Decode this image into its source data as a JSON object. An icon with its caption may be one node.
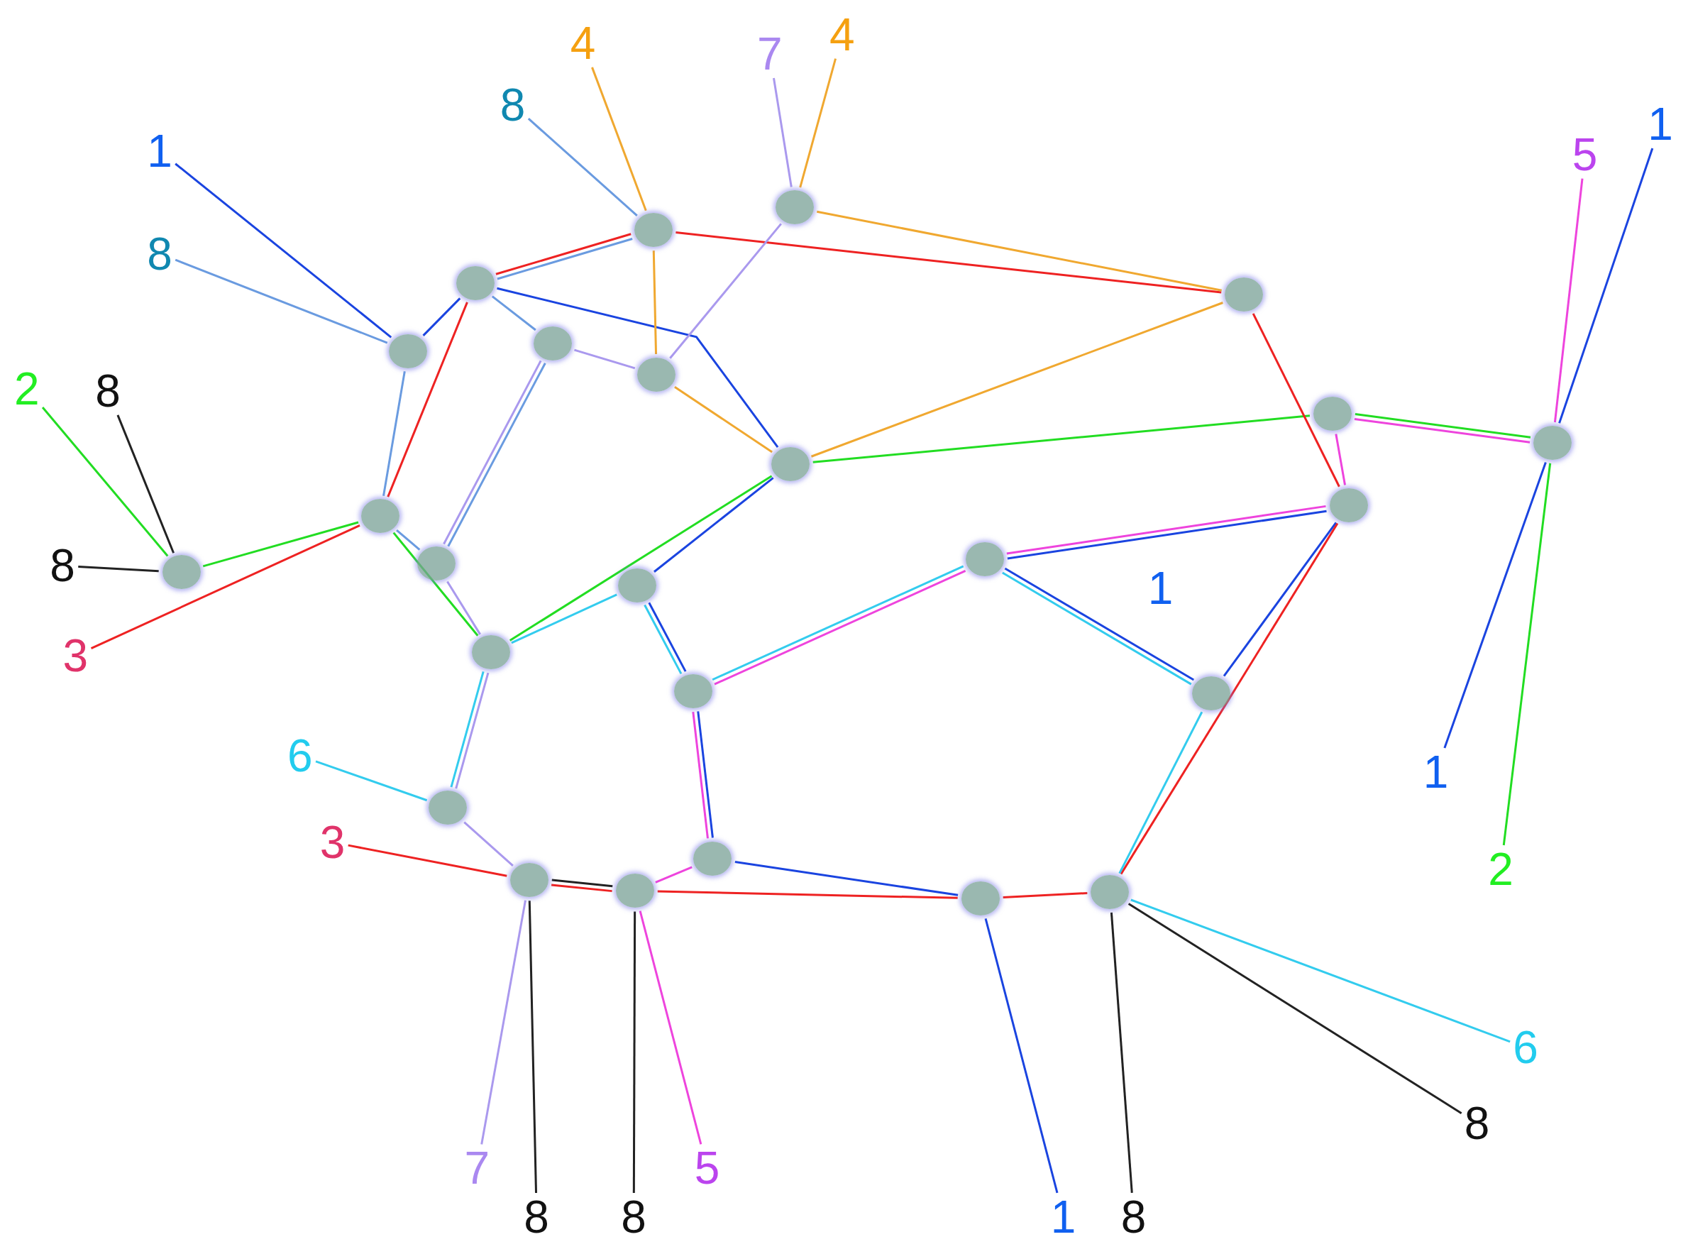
{
  "diagram": {
    "nodes": [
      {
        "text": [],
        "shape": "circle"
      },
      {
        "text": [],
        "shape": "circle"
      },
      {
        "text": [],
        "shape": "circle"
      },
      {
        "text": [],
        "shape": "circle"
      },
      {
        "text": [],
        "shape": "circle"
      },
      {
        "text": [],
        "shape": "circle"
      },
      {
        "text": [],
        "shape": "circle"
      },
      {
        "text": [],
        "shape": "circle"
      },
      {
        "text": [],
        "shape": "circle"
      },
      {
        "text": [],
        "shape": "circle"
      },
      {
        "text": [],
        "shape": "circle"
      },
      {
        "text": [],
        "shape": "circle"
      },
      {
        "text": [],
        "shape": "circle"
      },
      {
        "text": [],
        "shape": "circle"
      },
      {
        "text": [],
        "shape": "circle"
      },
      {
        "text": [],
        "shape": "circle"
      },
      {
        "text": [],
        "shape": "circle"
      },
      {
        "text": [],
        "shape": "circle"
      },
      {
        "text": [],
        "shape": "circle"
      },
      {
        "text": [],
        "shape": "circle"
      },
      {
        "text": [],
        "shape": "circle"
      },
      {
        "text": [],
        "shape": "circle"
      },
      {
        "text": [],
        "shape": "circle"
      },
      {
        "text": [],
        "shape": "circle"
      },
      {
        "text": [],
        "shape": "circle"
      },
      {
        "text": [
          "1"
        ]
      },
      {
        "text": [
          "8"
        ]
      },
      {
        "text": [
          "2"
        ]
      },
      {
        "text": [
          "8"
        ]
      },
      {
        "text": [
          "8"
        ]
      },
      {
        "text": [
          "3"
        ]
      },
      {
        "text": [
          "8"
        ]
      },
      {
        "text": [
          "4"
        ]
      },
      {
        "text": [
          "7"
        ]
      },
      {
        "text": [
          "4"
        ]
      },
      {
        "text": [
          "5"
        ]
      },
      {
        "text": [
          "1"
        ]
      },
      {
        "text": [
          "1"
        ]
      },
      {
        "text": [
          "2"
        ]
      },
      {
        "text": [
          "6"
        ]
      },
      {
        "text": [
          "3"
        ]
      },
      {
        "text": [
          "7"
        ]
      },
      {
        "text": [
          "8"
        ]
      },
      {
        "text": [
          "8"
        ]
      },
      {
        "text": [
          "5"
        ]
      },
      {
        "text": [
          "1"
        ]
      },
      {
        "text": [
          "8"
        ]
      },
      {
        "text": [
          "8"
        ]
      },
      {
        "text": [
          "6"
        ]
      }
    ],
    "edges": [
      {
        "from": 25,
        "to": 3,
        "arrow": "none",
        "color": "#1a44e0"
      },
      {
        "from": 3,
        "to": 2,
        "arrow": "none",
        "color": "#1a44e0"
      },
      {
        "from": 2,
        "to": 10,
        "arrow": "none",
        "color": "#1a44e0"
      },
      {
        "from": 10,
        "to": 14,
        "arrow": "none",
        "color": "#1a44e0"
      },
      {
        "from": 14,
        "to": 17,
        "arrow": "none",
        "color": "#1a44e0"
      },
      {
        "from": 17,
        "to": 22,
        "arrow": "none",
        "color": "#1a44e0"
      },
      {
        "from": 22,
        "to": 23,
        "arrow": "none",
        "color": "#1a44e0"
      },
      {
        "from": 23,
        "to": 45,
        "arrow": "none",
        "color": "#1a44e0"
      },
      {
        "from": 15,
        "to": 9,
        "arrow": "none",
        "color": "#1a44e0"
      },
      {
        "from": 9,
        "to": 18,
        "arrow": "none",
        "color": "#1a44e0"
      },
      {
        "from": 18,
        "to": 15,
        "arrow": "none",
        "color": "#1a44e0"
      },
      {
        "from": 36,
        "to": 8,
        "arrow": "none",
        "color": "#1a44e0"
      },
      {
        "from": 8,
        "to": 37,
        "arrow": "none",
        "color": "#1a44e0"
      },
      {
        "from": 26,
        "to": 3,
        "arrow": "none",
        "color": "#6a9be0"
      },
      {
        "from": 3,
        "to": 11,
        "arrow": "none",
        "color": "#6a9be0"
      },
      {
        "from": 11,
        "to": 13,
        "arrow": "none",
        "color": "#6a9be0"
      },
      {
        "from": 13,
        "to": 4,
        "arrow": "none",
        "color": "#6a9be0"
      },
      {
        "from": 4,
        "to": 2,
        "arrow": "none",
        "color": "#6a9be0"
      },
      {
        "from": 2,
        "to": 0,
        "arrow": "none",
        "color": "#6a9be0"
      },
      {
        "from": 0,
        "to": 31,
        "arrow": "none",
        "color": "#6a9be0"
      },
      {
        "from": 27,
        "to": 12,
        "arrow": "none",
        "color": "#22dd22"
      },
      {
        "from": 12,
        "to": 11,
        "arrow": "none",
        "color": "#22dd22"
      },
      {
        "from": 11,
        "to": 16,
        "arrow": "none",
        "color": "#22dd22"
      },
      {
        "from": 16,
        "to": 10,
        "arrow": "none",
        "color": "#22dd22"
      },
      {
        "from": 10,
        "to": 7,
        "arrow": "none",
        "color": "#22dd22"
      },
      {
        "from": 7,
        "to": 8,
        "arrow": "none",
        "color": "#22dd22"
      },
      {
        "from": 8,
        "to": 38,
        "arrow": "none",
        "color": "#22dd22"
      },
      {
        "from": 28,
        "to": 12,
        "arrow": "none",
        "color": "#222222"
      },
      {
        "from": 12,
        "to": 29,
        "arrow": "none",
        "color": "#222222"
      },
      {
        "from": 42,
        "to": 20,
        "arrow": "none",
        "color": "#222222"
      },
      {
        "from": 20,
        "to": 21,
        "arrow": "none",
        "color": "#222222"
      },
      {
        "from": 21,
        "to": 43,
        "arrow": "none",
        "color": "#222222"
      },
      {
        "from": 46,
        "to": 24,
        "arrow": "none",
        "color": "#222222"
      },
      {
        "from": 24,
        "to": 47,
        "arrow": "none",
        "color": "#222222"
      },
      {
        "from": 30,
        "to": 11,
        "arrow": "none",
        "color": "#ee2222"
      },
      {
        "from": 11,
        "to": 2,
        "arrow": "none",
        "color": "#ee2222"
      },
      {
        "from": 2,
        "to": 0,
        "arrow": "none",
        "color": "#ee2222"
      },
      {
        "from": 0,
        "to": 6,
        "arrow": "none",
        "color": "#ee2222"
      },
      {
        "from": 6,
        "to": 9,
        "arrow": "none",
        "color": "#ee2222"
      },
      {
        "from": 9,
        "to": 24,
        "arrow": "none",
        "color": "#ee2222"
      },
      {
        "from": 24,
        "to": 23,
        "arrow": "none",
        "color": "#ee2222"
      },
      {
        "from": 23,
        "to": 21,
        "arrow": "none",
        "color": "#ee2222"
      },
      {
        "from": 21,
        "to": 20,
        "arrow": "none",
        "color": "#ee2222"
      },
      {
        "from": 20,
        "to": 40,
        "arrow": "none",
        "color": "#ee2222"
      },
      {
        "from": 32,
        "to": 0,
        "arrow": "none",
        "color": "#f0a830"
      },
      {
        "from": 0,
        "to": 5,
        "arrow": "none",
        "color": "#f0a830"
      },
      {
        "from": 5,
        "to": 10,
        "arrow": "none",
        "color": "#f0a830"
      },
      {
        "from": 10,
        "to": 6,
        "arrow": "none",
        "color": "#f0a830"
      },
      {
        "from": 6,
        "to": 1,
        "arrow": "none",
        "color": "#f0a830"
      },
      {
        "from": 1,
        "to": 34,
        "arrow": "none",
        "color": "#f0a830"
      },
      {
        "from": 33,
        "to": 1,
        "arrow": "none",
        "color": "#aa99ee"
      },
      {
        "from": 1,
        "to": 5,
        "arrow": "none",
        "color": "#aa99ee"
      },
      {
        "from": 5,
        "to": 4,
        "arrow": "none",
        "color": "#aa99ee"
      },
      {
        "from": 4,
        "to": 13,
        "arrow": "none",
        "color": "#aa99ee"
      },
      {
        "from": 13,
        "to": 16,
        "arrow": "none",
        "color": "#aa99ee"
      },
      {
        "from": 16,
        "to": 19,
        "arrow": "none",
        "color": "#aa99ee"
      },
      {
        "from": 19,
        "to": 20,
        "arrow": "none",
        "color": "#aa99ee"
      },
      {
        "from": 20,
        "to": 41,
        "arrow": "none",
        "color": "#aa99ee"
      },
      {
        "from": 44,
        "to": 21,
        "arrow": "none",
        "color": "#ee44dd"
      },
      {
        "from": 21,
        "to": 22,
        "arrow": "none",
        "color": "#ee44dd"
      },
      {
        "from": 22,
        "to": 17,
        "arrow": "none",
        "color": "#ee44dd"
      },
      {
        "from": 17,
        "to": 15,
        "arrow": "none",
        "color": "#ee44dd"
      },
      {
        "from": 15,
        "to": 9,
        "arrow": "none",
        "color": "#ee44dd"
      },
      {
        "from": 9,
        "to": 7,
        "arrow": "none",
        "color": "#ee44dd"
      },
      {
        "from": 7,
        "to": 8,
        "arrow": "none",
        "color": "#ee44dd"
      },
      {
        "from": 8,
        "to": 35,
        "arrow": "none",
        "color": "#ee44dd"
      },
      {
        "from": 48,
        "to": 24,
        "arrow": "none",
        "color": "#33ccee"
      },
      {
        "from": 24,
        "to": 18,
        "arrow": "none",
        "color": "#33ccee"
      },
      {
        "from": 18,
        "to": 15,
        "arrow": "none",
        "color": "#33ccee"
      },
      {
        "from": 15,
        "to": 17,
        "arrow": "none",
        "color": "#33ccee"
      },
      {
        "from": 17,
        "to": 14,
        "arrow": "none",
        "color": "#33ccee"
      },
      {
        "from": 14,
        "to": 16,
        "arrow": "none",
        "color": "#33ccee"
      },
      {
        "from": 16,
        "to": 19,
        "arrow": "none",
        "color": "#33ccee"
      },
      {
        "from": 19,
        "to": 39,
        "arrow": "none",
        "color": "#33ccee"
      }
    ],
    "labels": [
      "1"
    ]
  }
}
